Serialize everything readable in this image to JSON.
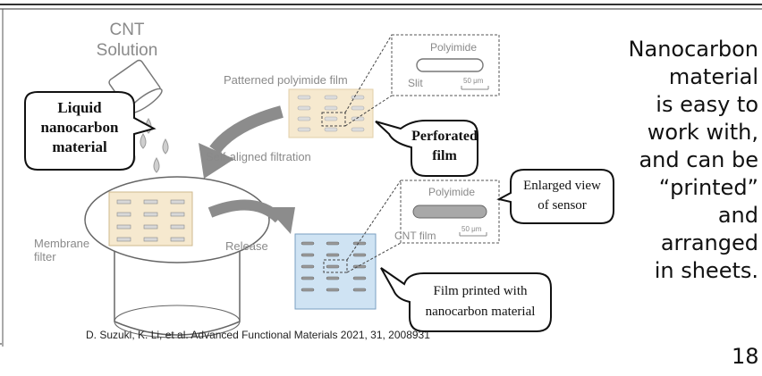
{
  "labels": {
    "cnt_solution_line1": "CNT",
    "cnt_solution_line2": "Solution",
    "patterned_film": "Patterned polyimide film",
    "self_aligned": "Self-aligned filtration",
    "membrane_line1": "Membrane",
    "membrane_line2": "filter",
    "release": "Release",
    "polyimide_top": "Polyimide",
    "slit": "Slit",
    "scale_top": "50 μm",
    "polyimide_bottom": "Polyimide",
    "cnt_film": "CNT film",
    "scale_bottom": "50 μm"
  },
  "bubbles": {
    "liquid_line1": "Liquid",
    "liquid_line2": "nanocarbon",
    "liquid_line3": "material",
    "perforated_line1": "Perforated",
    "perforated_line2": "film",
    "enlarged_line1": "Enlarged view",
    "enlarged_line2": "of sensor",
    "printed_line1": "Film printed with",
    "printed_line2": "nanocarbon material"
  },
  "side_text": {
    "lines": [
      "Nanocarbon",
      "material",
      "is easy to",
      "work with,",
      "and can be",
      "“printed”",
      "and",
      "arranged",
      "in sheets."
    ]
  },
  "citation": "D. Suzuki, K. Li, et al. Advanced Functional Materials 2021, 31, 2008931",
  "page_number": "18",
  "colors": {
    "film_beige": "#f6e9cf",
    "film_blue": "#cfe3f3",
    "arrow_gray": "#8c8c8c"
  }
}
